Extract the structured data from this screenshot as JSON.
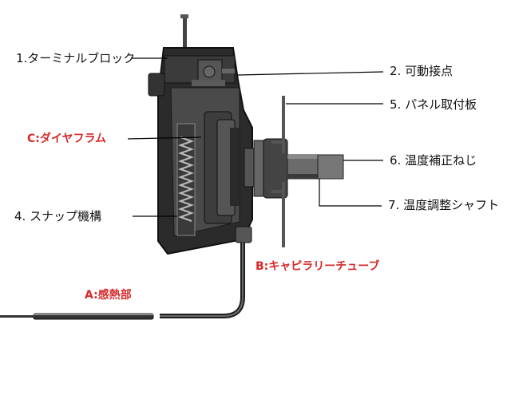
{
  "labels": {
    "terminal_block": "1.ターミナルブロック",
    "movable_contact": "2. 可動接点",
    "panel_mount_plate": "5. パネル取付板",
    "diaphragm": "C:ダイヤフラム",
    "temp_correction_screw": "6. 温度補正ねじ",
    "snap_mechanism": "4. スナップ機構",
    "temp_adjust_shaft": "7. 温度調整シャフト",
    "capillary_tube": "B:キャピラリーチューブ",
    "sensing_part": "A:感熱部"
  },
  "colors": {
    "red_label": "#d42a2a",
    "device_body": "#2b2b2b",
    "leader_line": "#000000",
    "background": "#ffffff"
  }
}
